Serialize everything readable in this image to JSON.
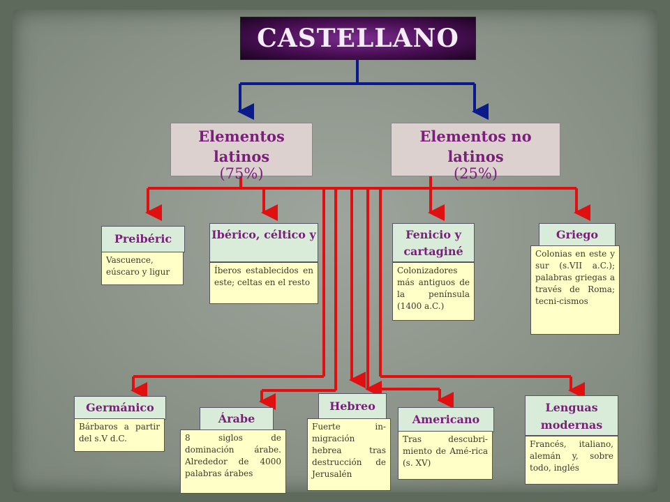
{
  "title": "CASTELLANO",
  "latin": {
    "label": "Elementos latinos",
    "pct": "(75%)"
  },
  "nonlatin": {
    "label": "Elementos no latinos",
    "pct": "(25%)"
  },
  "items": {
    "preiberico": {
      "title": "Preibéric",
      "text": "Vascuence, eúscaro y ligur"
    },
    "iberico": {
      "title": "Ibérico, céltico y",
      "text": "Íberos establecidos en este; celtas en el resto"
    },
    "fenicio": {
      "title": "Fenicio y cartaginé",
      "text": "Colonizadores más antiguos de la península (1400 a.C.)"
    },
    "griego": {
      "title": "Griego",
      "text": "Colonias en este y sur (s.VII a.C.); palabras griegas a través de Roma; tecni-cismos"
    },
    "germanico": {
      "title": "Germánico",
      "text": "Bárbaros a partir del s.V d.C."
    },
    "arabe": {
      "title": "Árabe",
      "text": "8 siglos de dominación árabe. Alrededor de 4000 palabras árabes"
    },
    "hebreo": {
      "title": "Hebreo",
      "text": "Fuerte in-migración hebrea tras destrucción de Jerusalén"
    },
    "americano": {
      "title": "Americano",
      "text": "Tras descubri-miento de Amé-rica (s. XV)"
    },
    "lenguas": {
      "title": "Lenguas modernas",
      "text": "Francés, italiano, alemán y, sobre todo, inglés"
    }
  },
  "colors": {
    "blue_connector": "#0a1a8c",
    "red_connector": "#e01010"
  }
}
